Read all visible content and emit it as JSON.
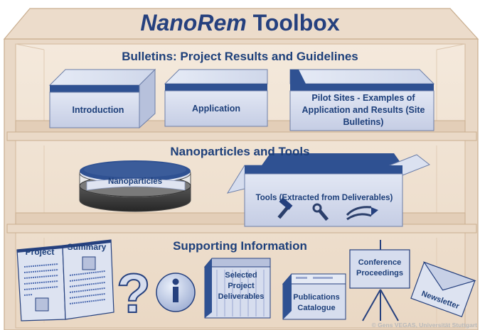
{
  "title_italic": "NanoRem",
  "title_rest": " Toolbox",
  "shelves": {
    "top": {
      "heading": "Bulletins: Project Results and Guidelines",
      "items": [
        {
          "label": "Introduction"
        },
        {
          "label": "Application"
        },
        {
          "label": "Pilot Sites - Examples of Application and Results (Site Bulletins)"
        }
      ]
    },
    "middle": {
      "heading": "Nanoparticles and Tools",
      "nanoparticles_label": "Nanoparticles",
      "tools_label": "Tools (Extracted from Deliverables)",
      "tool_icons": [
        "hammer-icon",
        "wrench-icon",
        "pliers-icon"
      ]
    },
    "bottom": {
      "heading": "Supporting Information",
      "book_left": "Project",
      "book_right": "Summary",
      "question_icon": "question-mark-icon",
      "info_icon": "info-icon",
      "deliverables_label": "Selected Project Deliverables",
      "publications_label": "Publications Catalogue",
      "conference_label": "Conference Proceedings",
      "newsletter_label": "Newsletter"
    }
  },
  "copyright": "© Gens VEGAS, Universität Stuttgart",
  "colors": {
    "wood": "#f1e4d5",
    "wood_dark": "#d9c2a8",
    "box_fill": "#d7ddee",
    "box_band": "#2f5192",
    "text_blue": "#1d3f7a"
  }
}
